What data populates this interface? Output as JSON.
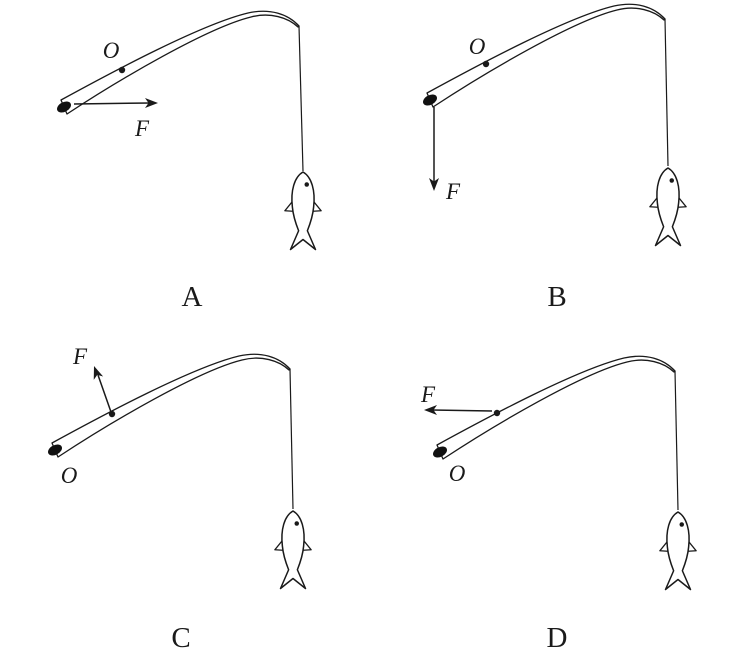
{
  "figure": {
    "panels": [
      {
        "letter": "A",
        "pivot_label": "O",
        "force_label": "F"
      },
      {
        "letter": "B",
        "pivot_label": "O",
        "force_label": "F"
      },
      {
        "letter": "C",
        "pivot_label": "O",
        "force_label": "F"
      },
      {
        "letter": "D",
        "pivot_label": "O",
        "force_label": "F"
      }
    ]
  },
  "colors": {
    "ink": "#1a1a1a",
    "paper": "#ffffff"
  }
}
